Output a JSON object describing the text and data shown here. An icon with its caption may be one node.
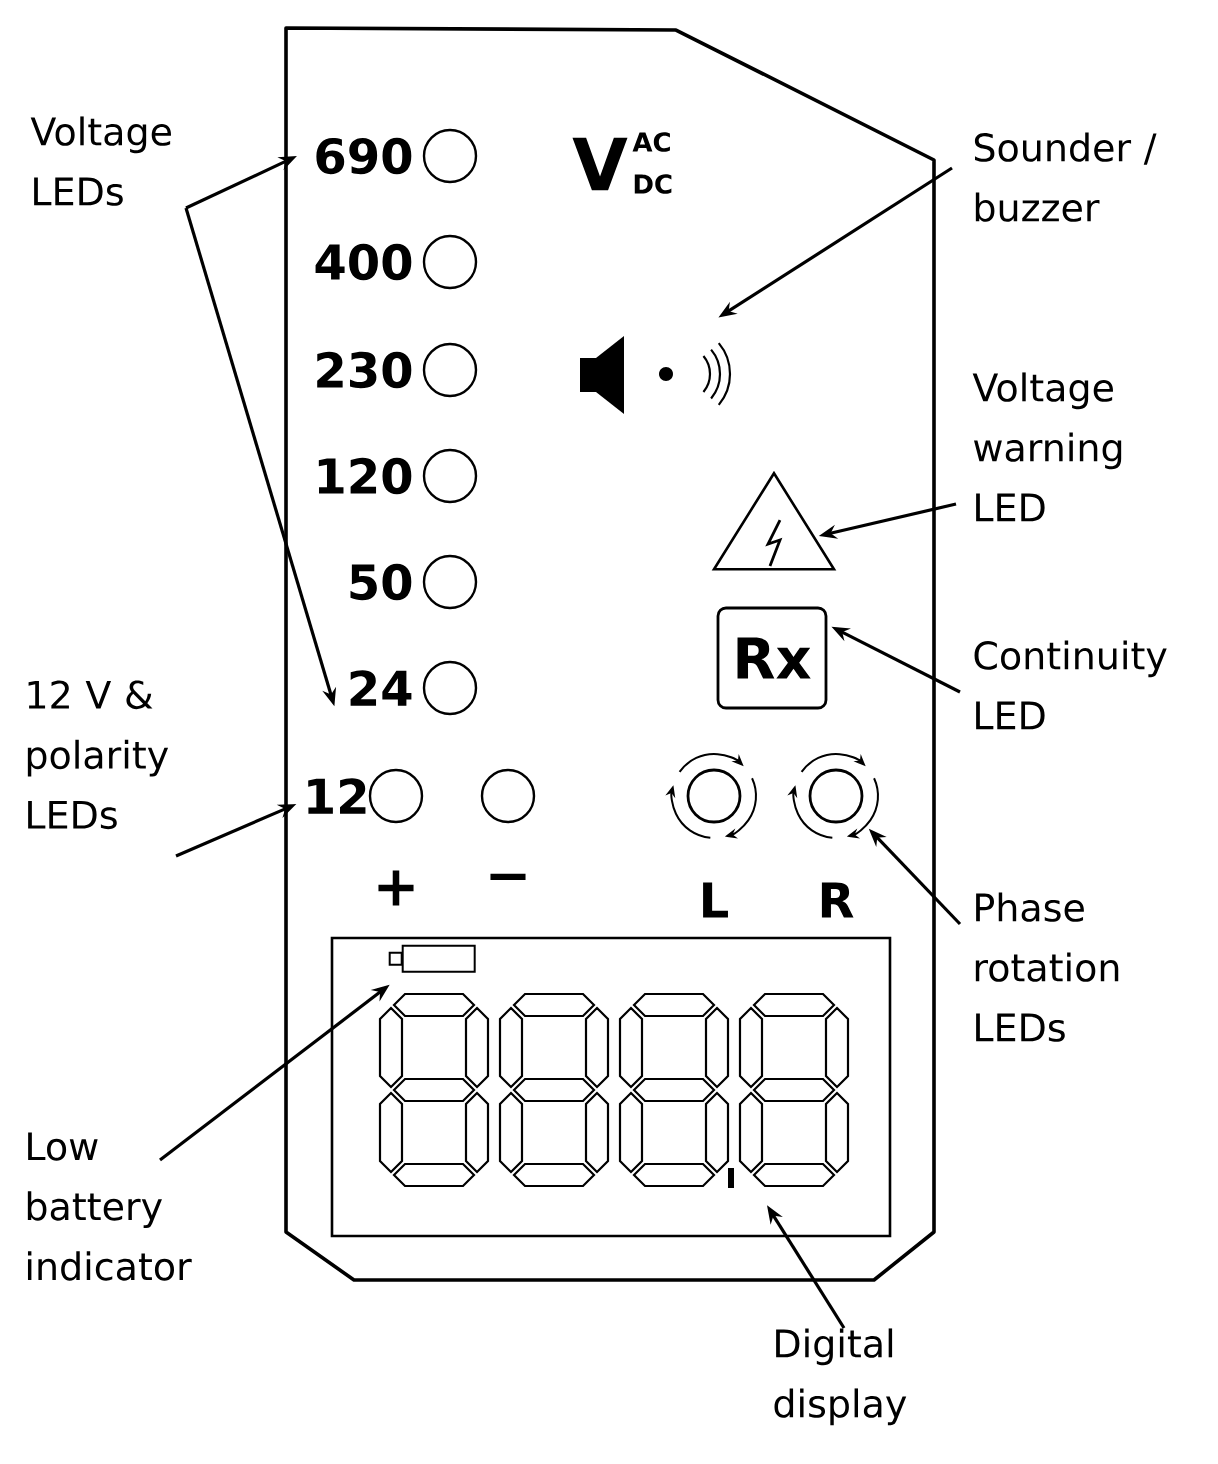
{
  "diagram": {
    "nodes": [
      {
        "text": [
          "Voltage LEDs"
        ]
      },
      {
        "text": [
          "690"
        ]
      },
      {
        "text": [
          "Sounder / buzzer"
        ]
      },
      {
        "text": [],
        "shape": "speaker"
      },
      {
        "text": [
          "Voltage warning LED"
        ]
      },
      {
        "text": [],
        "shape": "triangle"
      },
      {
        "text": [
          "Rx"
        ]
      },
      {
        "text": [
          "Continuity LED"
        ]
      },
      {
        "text": [
          "24"
        ]
      },
      {
        "text": [
          "12 V & polarity LEDs"
        ]
      },
      {
        "text": [
          "12"
        ]
      },
      {
        "text": [],
        "shape": "circle"
      },
      {
        "text": [],
        "shape": "circle"
      },
      {
        "text": [
          "Phase rotation LEDs"
        ]
      },
      {
        "text": [],
        "shape": "battery",
        "in": 15
      },
      {
        "text": [],
        "shape": "box"
      },
      {
        "text": [
          "Low battery indicator"
        ]
      },
      {
        "text": [
          "Digital display"
        ]
      },
      {
        "text": [],
        "shape": "circle"
      },
      {
        "text": [],
        "shape": "circle"
      },
      {
        "text": [],
        "shape": "circle"
      },
      {
        "text": [],
        "shape": "circle"
      },
      {
        "text": [],
        "shape": "circle"
      },
      {
        "text": [],
        "shape": "circle"
      },
      {
        "text": [],
        "shape": "circle"
      },
      {
        "text": [],
        "shape": "circle"
      }
    ],
    "edges": [
      {
        "from": 0,
        "to": 1,
        "arrow": "to"
      },
      {
        "from": 0,
        "to": 8,
        "arrow": "to"
      },
      {
        "from": 2,
        "to": 3,
        "arrow": "to"
      },
      {
        "from": 4,
        "to": 5,
        "arrow": "to"
      },
      {
        "from": 7,
        "to": 6,
        "arrow": "to"
      },
      {
        "from": 9,
        "to": 10,
        "arrow": "to"
      },
      {
        "from": 13,
        "to": 12,
        "arrow": "to"
      },
      {
        "from": 16,
        "to": 14,
        "arrow": "to"
      },
      {
        "from": 17,
        "to": 15,
        "arrow": "to"
      }
    ],
    "labels": [
      "V",
      "AC",
      "DC",
      "400",
      "230",
      "120",
      "50",
      "+",
      "−",
      "L",
      "R"
    ]
  }
}
